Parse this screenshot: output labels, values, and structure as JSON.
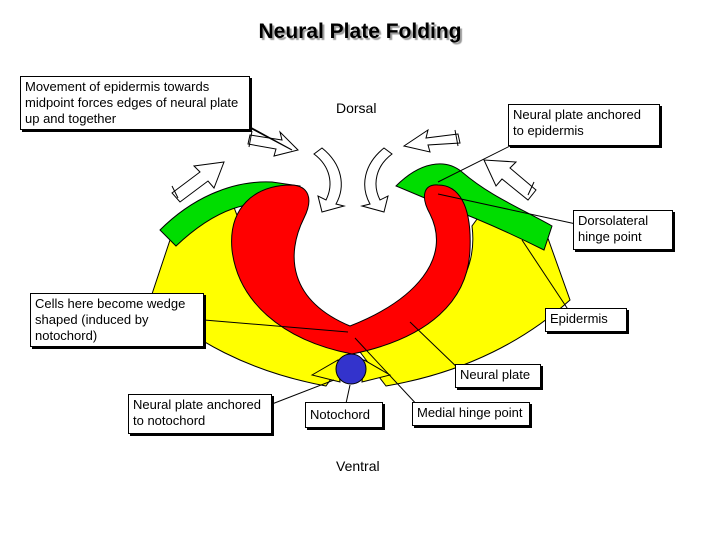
{
  "title": "Neural Plate Folding",
  "labels": {
    "dorsal": "Dorsal",
    "ventral": "Ventral"
  },
  "callouts": {
    "movement": "Movement of epidermis towards midpoint forces edges of neural plate up and together",
    "anchored_epidermis": "Neural plate anchored to epidermis",
    "dorsolateral": "Dorsolateral hinge point",
    "wedge": "Cells here become wedge shaped (induced by notochord)",
    "epidermis": "Epidermis",
    "neural_plate": "Neural plate",
    "anchored_notochord": "Neural plate anchored to notochord",
    "notochord": "Notochord",
    "medial_hinge": "Medial hinge point"
  },
  "colors": {
    "neural_plate": "#ff0000",
    "epidermis_lateral": "#ffff00",
    "epidermis_top": "#00dd00",
    "notochord": "#3333cc"
  }
}
